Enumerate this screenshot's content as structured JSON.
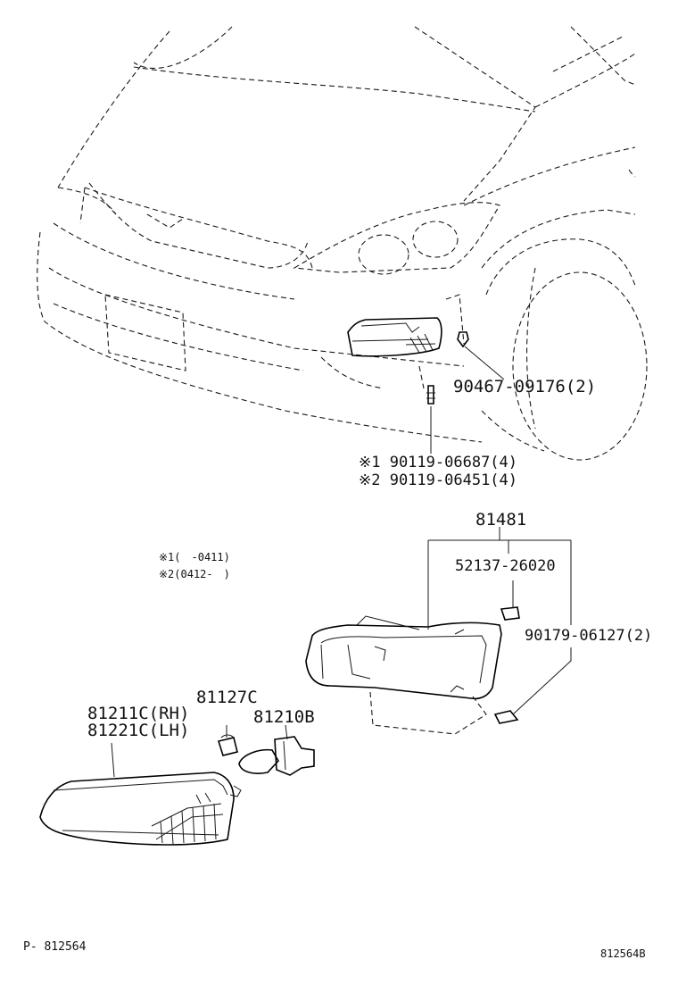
{
  "labels": {
    "clip_upper": "90467-09176(2)",
    "screw_note1": "※1 90119-06687(4)",
    "screw_note2": "※2 90119-06451(4)",
    "bracket_assy": "81481",
    "bracket_nut": "52137-26020",
    "bracket_clip": "90179-06127(2)",
    "note1": "※1(　-0411)",
    "note2": "※2(0412-　)",
    "socket": "81127C",
    "bulb": "81210B",
    "lamp_rh": "81211C(RH)",
    "lamp_lh": "81221C(LH)",
    "page_ref": "P- 812564",
    "figure_ref": "812564B"
  }
}
